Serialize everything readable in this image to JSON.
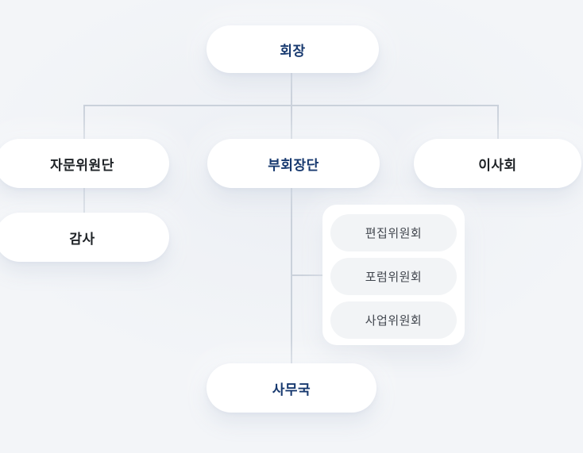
{
  "org_chart": {
    "nodes": {
      "chairman": "회장",
      "advisory_committee": "자문위원단",
      "vice_chairmen": "부회장단",
      "board_of_directors": "이사회",
      "auditor": "감사",
      "secretariat": "사무국"
    },
    "sub_committees": [
      {
        "label": "편집위원회"
      },
      {
        "label": "포럼위원회"
      },
      {
        "label": "사업위원회"
      }
    ],
    "colors": {
      "background": "#f3f5f8",
      "node_background": "#ffffff",
      "highlight_text": "#17396f",
      "default_text": "#1e2226",
      "subcommittee_text": "#41464e",
      "subcommittee_pill_background": "#f2f4f6",
      "connector_line": "#cad1db"
    }
  }
}
